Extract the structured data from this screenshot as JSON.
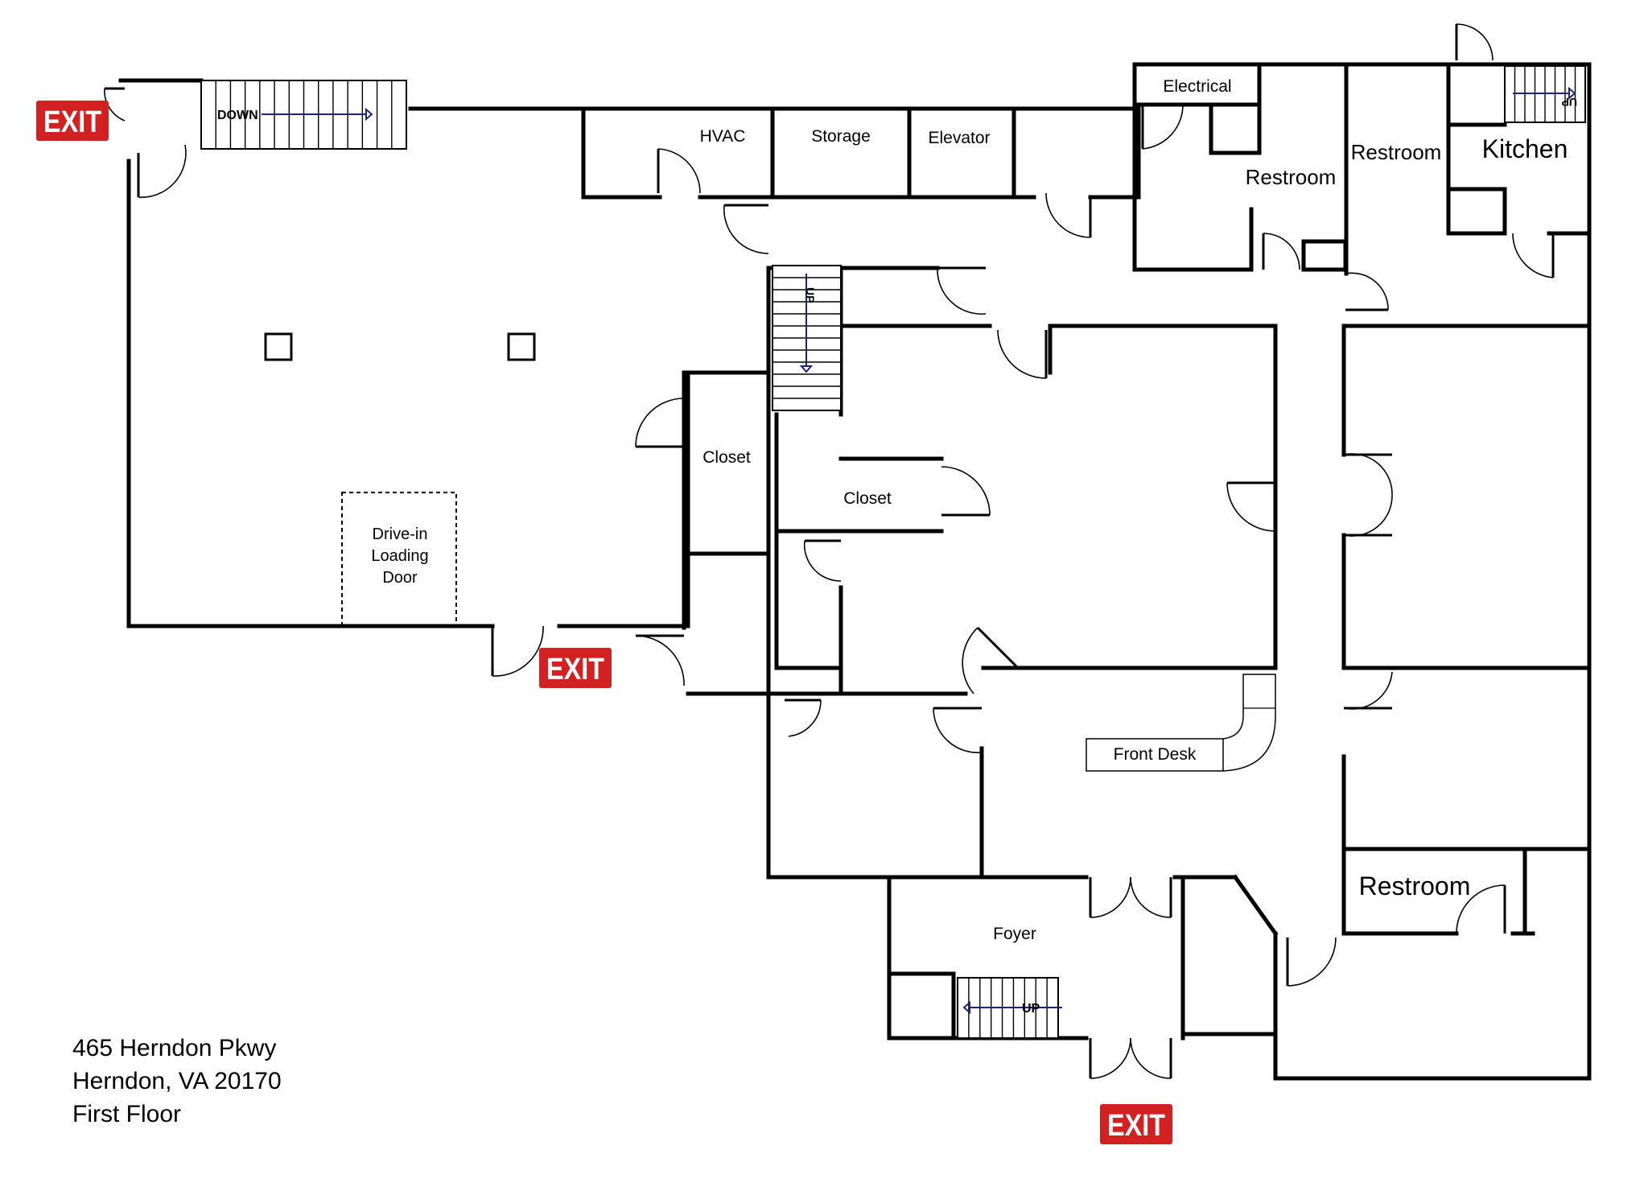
{
  "rooms": {
    "hvac": "HVAC",
    "storage": "Storage",
    "elevator": "Elevator",
    "electrical": "Electrical",
    "restroom_mid": "Restroom",
    "restroom_top": "Restroom",
    "kitchen": "Kitchen",
    "closet_left": "Closet",
    "closet_right": "Closet",
    "front_desk": "Front Desk",
    "foyer": "Foyer",
    "restroom_bottom": "Restroom"
  },
  "loading_door": [
    "Drive-in",
    "Loading",
    "Door"
  ],
  "stairs": {
    "down": "DOWN",
    "up_center": "UP",
    "up_foyer": "UP",
    "up_kitchen": "UP"
  },
  "exit_sign": "EXIT",
  "address": {
    "line1": "465 Herndon Pkwy",
    "line2": "Herndon, VA 20170",
    "line3": "First Floor"
  },
  "colors": {
    "walls": "#000000",
    "exit_sign": "#d32020",
    "stair_arrow": "#1a237e"
  }
}
